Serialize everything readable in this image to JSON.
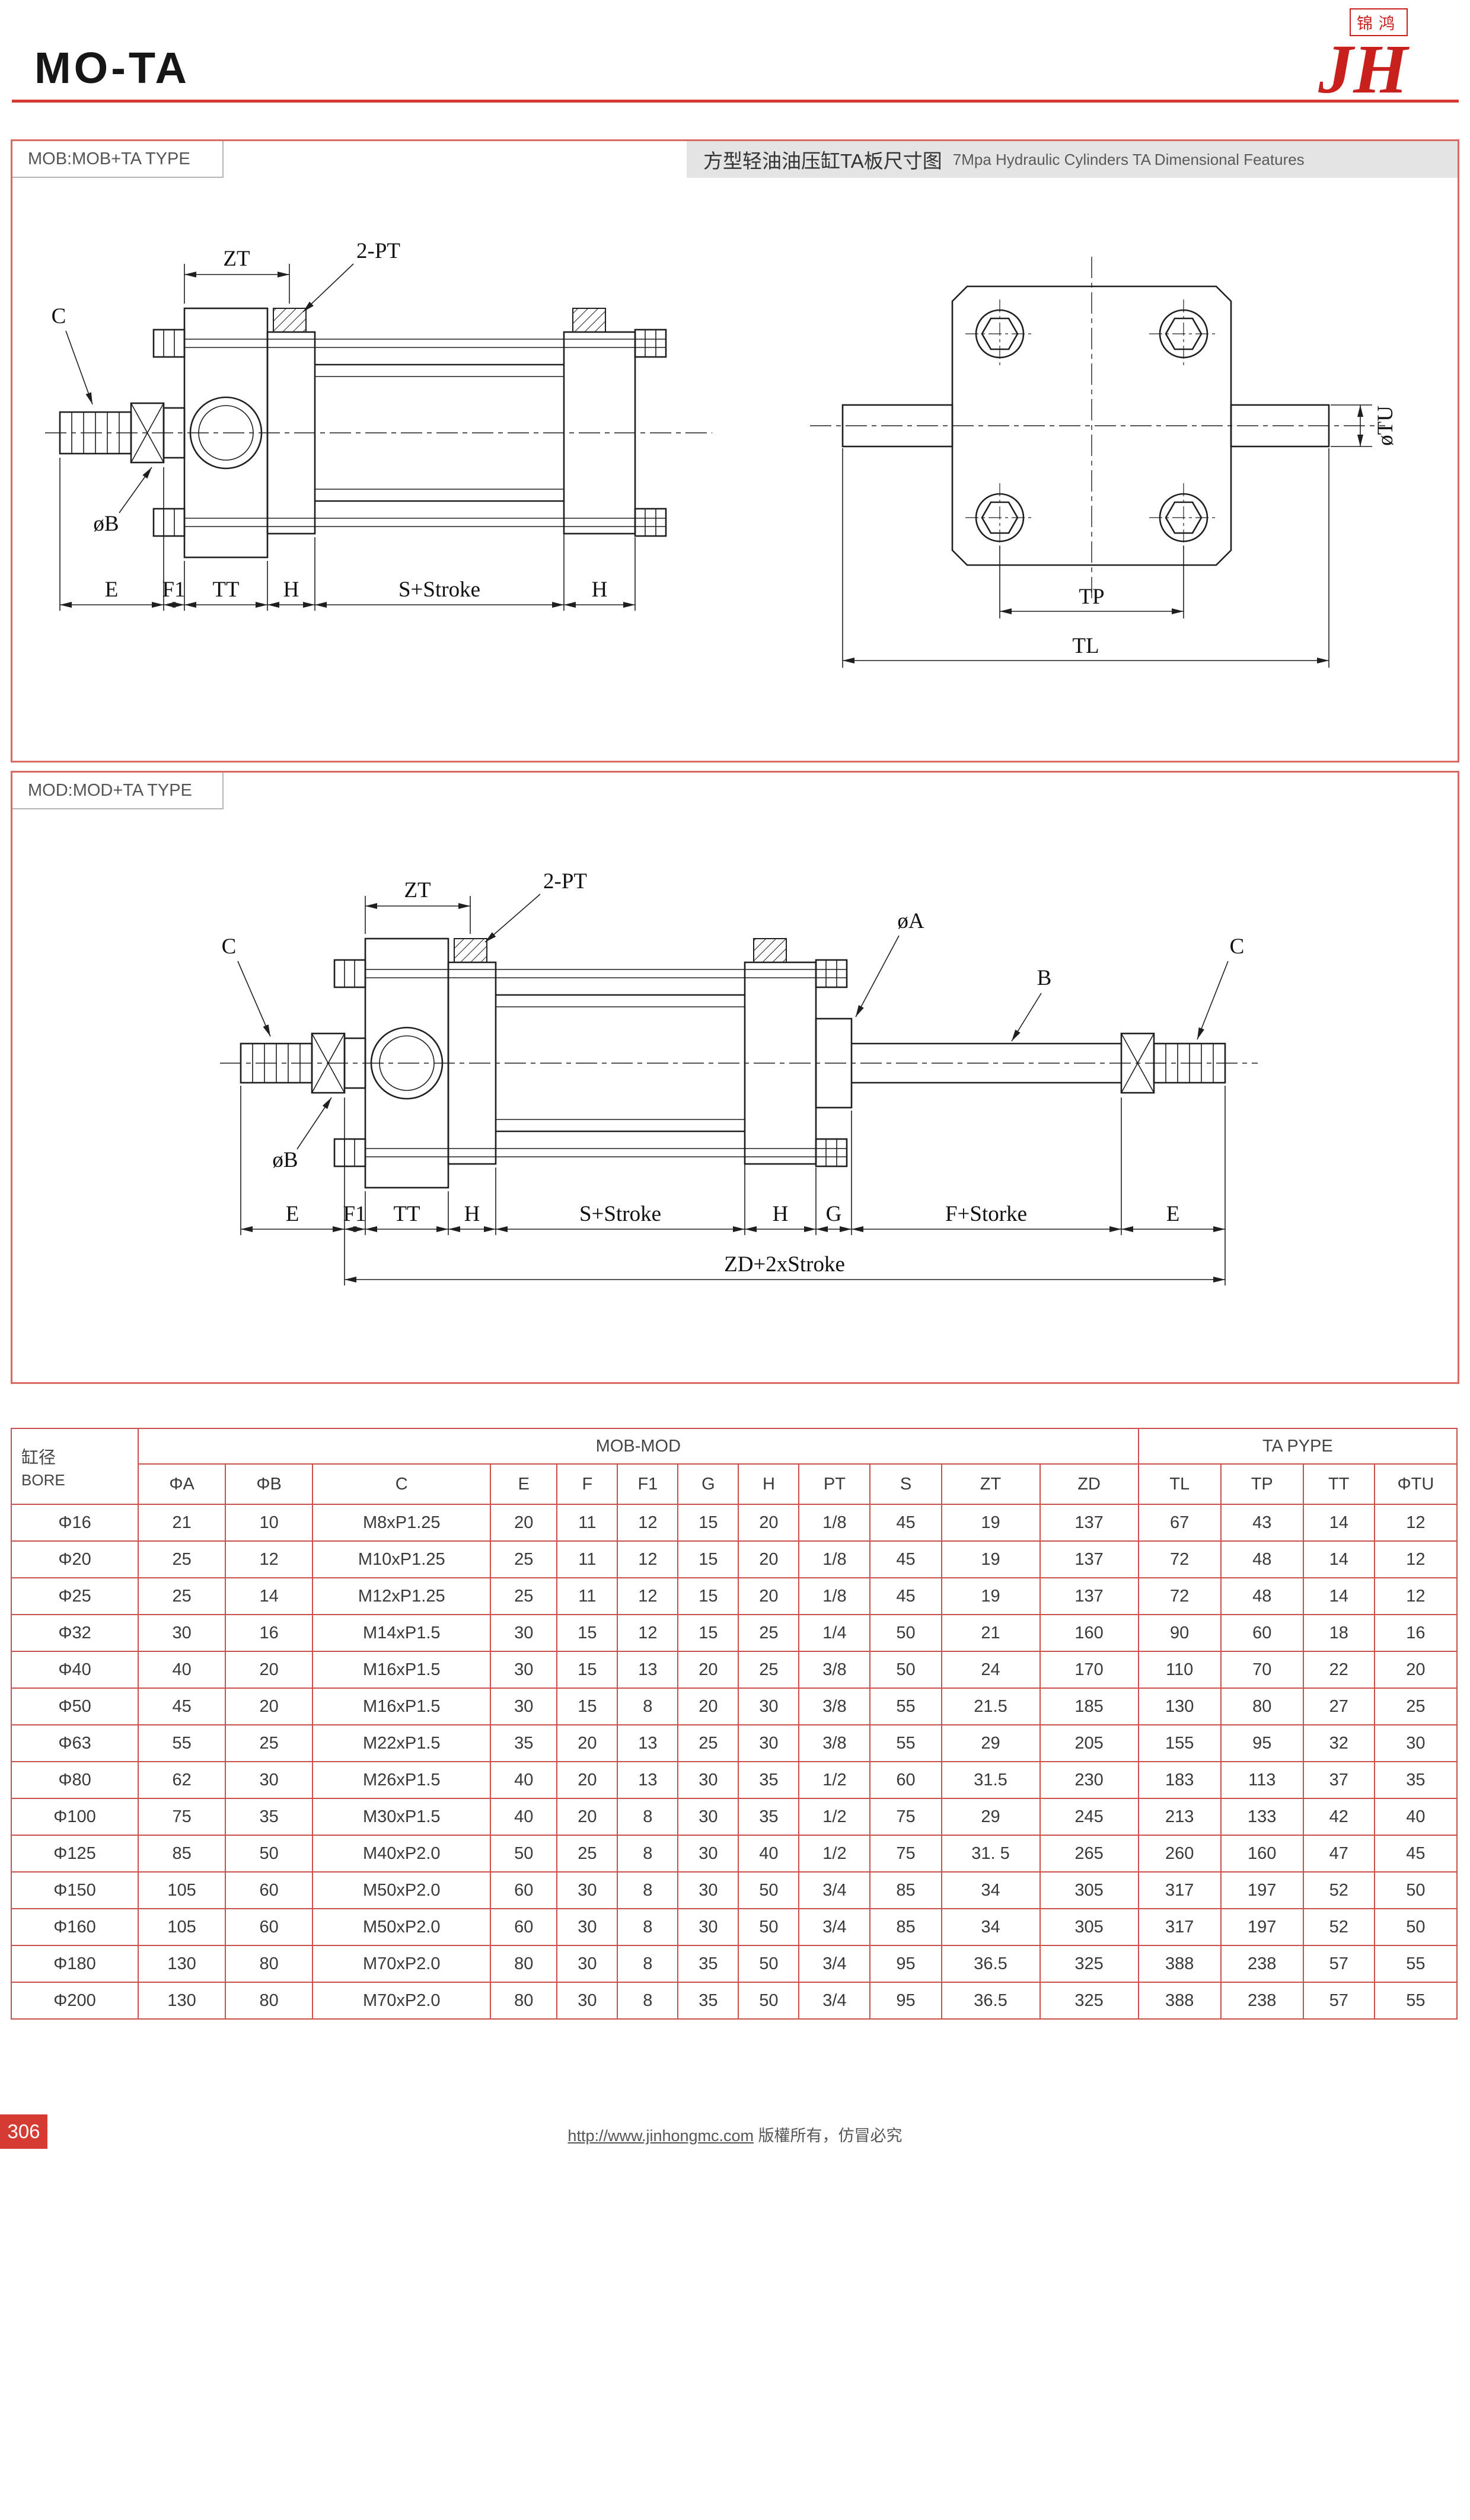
{
  "page": {
    "title": "MO-TA",
    "logo": {
      "jh": "JH",
      "cn": "锦鸿"
    },
    "footer": {
      "page_number": "306",
      "url": "http://www.jinhongmc.com",
      "copyright": "版權所有，仿冒必究"
    }
  },
  "colors": {
    "accent_red": "#d43c33",
    "table_border": "#c9524d",
    "title_bar_bg": "#e4e4e4"
  },
  "sections": {
    "mob": {
      "tab_label": "MOB:MOB+TA TYPE",
      "title_cn": "方型轻油油压缸TA板尺寸图",
      "title_en": "7Mpa Hydraulic Cylinders TA Dimensional Features",
      "side_view": {
        "labels": {
          "zt": "ZT",
          "pt": "2-PT",
          "c": "C",
          "ob": "øB",
          "e": "E",
          "f1": "F1",
          "tt": "TT",
          "h1": "H",
          "s": "S+Stroke",
          "h2": "H"
        }
      },
      "end_view": {
        "labels": {
          "otu": "øTU",
          "tp": "TP",
          "tl": "TL"
        }
      }
    },
    "mod": {
      "tab_label": "MOD:MOD+TA TYPE",
      "side_view": {
        "labels": {
          "zt": "ZT",
          "pt": "2-PT",
          "oa": "øA",
          "b": "B",
          "c_left": "C",
          "c_right": "C",
          "ob": "øB",
          "e1": "E",
          "f1": "F1",
          "tt": "TT",
          "h1": "H",
          "s": "S+Stroke",
          "h2": "H",
          "g": "G",
          "fs": "F+Storke",
          "e2": "E",
          "zd": "ZD+2xStroke"
        }
      }
    }
  },
  "table": {
    "group_headers": {
      "left": "MOB-MOD",
      "right": "TA PYPE"
    },
    "bore_header": {
      "cn": "缸径",
      "en": "BORE"
    },
    "columns": [
      "ΦA",
      "ΦB",
      "C",
      "E",
      "F",
      "F1",
      "G",
      "H",
      "PT",
      "S",
      "ZT",
      "ZD",
      "TL",
      "TP",
      "TT",
      "ΦTU"
    ],
    "rows": [
      {
        "bore": "Φ16",
        "values": [
          "21",
          "10",
          "M8xP1.25",
          "20",
          "11",
          "12",
          "15",
          "20",
          "1/8",
          "45",
          "19",
          "137",
          "67",
          "43",
          "14",
          "12"
        ]
      },
      {
        "bore": "Φ20",
        "values": [
          "25",
          "12",
          "M10xP1.25",
          "25",
          "11",
          "12",
          "15",
          "20",
          "1/8",
          "45",
          "19",
          "137",
          "72",
          "48",
          "14",
          "12"
        ]
      },
      {
        "bore": "Φ25",
        "values": [
          "25",
          "14",
          "M12xP1.25",
          "25",
          "11",
          "12",
          "15",
          "20",
          "1/8",
          "45",
          "19",
          "137",
          "72",
          "48",
          "14",
          "12"
        ]
      },
      {
        "bore": "Φ32",
        "values": [
          "30",
          "16",
          "M14xP1.5",
          "30",
          "15",
          "12",
          "15",
          "25",
          "1/4",
          "50",
          "21",
          "160",
          "90",
          "60",
          "18",
          "16"
        ]
      },
      {
        "bore": "Φ40",
        "values": [
          "40",
          "20",
          "M16xP1.5",
          "30",
          "15",
          "13",
          "20",
          "25",
          "3/8",
          "50",
          "24",
          "170",
          "110",
          "70",
          "22",
          "20"
        ]
      },
      {
        "bore": "Φ50",
        "values": [
          "45",
          "20",
          "M16xP1.5",
          "30",
          "15",
          "8",
          "20",
          "30",
          "3/8",
          "55",
          "21.5",
          "185",
          "130",
          "80",
          "27",
          "25"
        ]
      },
      {
        "bore": "Φ63",
        "values": [
          "55",
          "25",
          "M22xP1.5",
          "35",
          "20",
          "13",
          "25",
          "30",
          "3/8",
          "55",
          "29",
          "205",
          "155",
          "95",
          "32",
          "30"
        ]
      },
      {
        "bore": "Φ80",
        "values": [
          "62",
          "30",
          "M26xP1.5",
          "40",
          "20",
          "13",
          "30",
          "35",
          "1/2",
          "60",
          "31.5",
          "230",
          "183",
          "113",
          "37",
          "35"
        ]
      },
      {
        "bore": "Φ100",
        "values": [
          "75",
          "35",
          "M30xP1.5",
          "40",
          "20",
          "8",
          "30",
          "35",
          "1/2",
          "75",
          "29",
          "245",
          "213",
          "133",
          "42",
          "40"
        ]
      },
      {
        "bore": "Φ125",
        "values": [
          "85",
          "50",
          "M40xP2.0",
          "50",
          "25",
          "8",
          "30",
          "40",
          "1/2",
          "75",
          "31. 5",
          "265",
          "260",
          "160",
          "47",
          "45"
        ]
      },
      {
        "bore": "Φ150",
        "values": [
          "105",
          "60",
          "M50xP2.0",
          "60",
          "30",
          "8",
          "30",
          "50",
          "3/4",
          "85",
          "34",
          "305",
          "317",
          "197",
          "52",
          "50"
        ]
      },
      {
        "bore": "Φ160",
        "values": [
          "105",
          "60",
          "M50xP2.0",
          "60",
          "30",
          "8",
          "30",
          "50",
          "3/4",
          "85",
          "34",
          "305",
          "317",
          "197",
          "52",
          "50"
        ]
      },
      {
        "bore": "Φ180",
        "values": [
          "130",
          "80",
          "M70xP2.0",
          "80",
          "30",
          "8",
          "35",
          "50",
          "3/4",
          "95",
          "36.5",
          "325",
          "388",
          "238",
          "57",
          "55"
        ]
      },
      {
        "bore": "Φ200",
        "values": [
          "130",
          "80",
          "M70xP2.0",
          "80",
          "30",
          "8",
          "35",
          "50",
          "3/4",
          "95",
          "36.5",
          "325",
          "388",
          "238",
          "57",
          "55"
        ]
      }
    ]
  }
}
